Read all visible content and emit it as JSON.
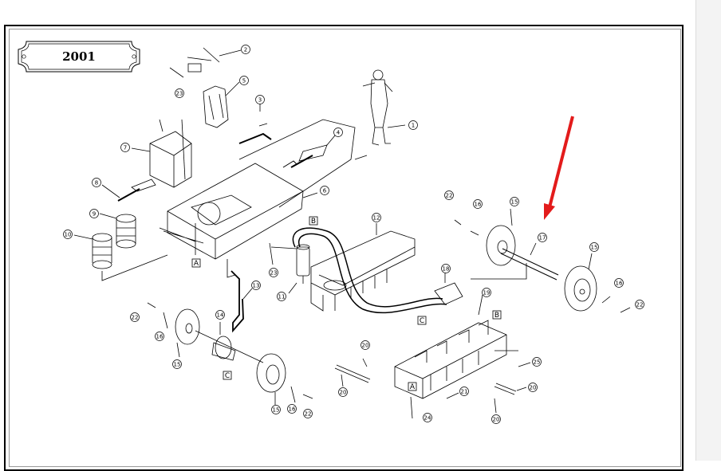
{
  "header": {
    "badge_text": "2001"
  },
  "callouts": [
    "1",
    "2",
    "3",
    "4",
    "5",
    "6",
    "7",
    "8",
    "9",
    "10",
    "11",
    "12",
    "13",
    "14",
    "15",
    "16",
    "17",
    "18",
    "19",
    "20",
    "21",
    "22",
    "23",
    "24",
    "25"
  ],
  "box_labels": [
    "A",
    "B",
    "C"
  ],
  "colors": {
    "arrow": "#e31b1b",
    "line": "#000000",
    "frame": "#000000"
  }
}
